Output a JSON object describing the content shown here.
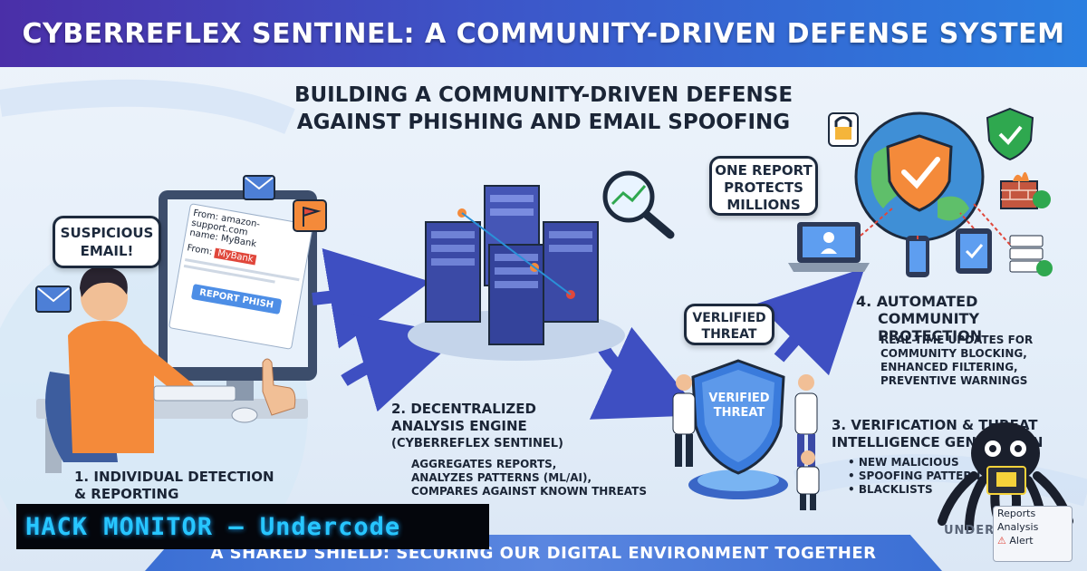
{
  "header": {
    "title": "CYBERREFLEX SENTINEL: A COMMUNITY-DRIVEN DEFENSE SYSTEM"
  },
  "subtitle": {
    "line1": "BUILDING A COMMUNITY-DRIVEN DEFENSE",
    "line2": "AGAINST PHISHING AND EMAIL SPOOFING"
  },
  "step1": {
    "bubble": "SUSPICIOUS EMAIL!",
    "email_from1": "From:",
    "email_addr": "amazon-support.com",
    "email_name_label": "name:",
    "email_name": "MyBank",
    "email_from2": "From:",
    "email_bank": "MyBank",
    "report_button": "REPORT PHISH",
    "title_line1": "1. INDIVIDUAL DETECTION",
    "title_line2": "& REPORTING"
  },
  "step2": {
    "title_line1": "2. DECENTRALIZED",
    "title_line2": "ANALYSIS ENGINE",
    "title_line3": "(CYBERREFLEX SENTINEL)",
    "body_line1": "AGGREGATES REPORTS,",
    "body_line2": "ANALYZES PATTERNS (ML/AI),",
    "body_line3": "COMPARES AGAINST KNOWN THREATS"
  },
  "step3": {
    "bubble_line1": "VERLIFIED",
    "bubble_line2": "THREAT",
    "shield_line1": "VERIFIED",
    "shield_line2": "THREAT",
    "title_line1": "3. VERIFICATION & THREAT",
    "title_line2": "INTELLIGENCE GENERATION",
    "bullet1": "• NEW MALICIOUS",
    "bullet2": "• SPOOFING PATTERNS",
    "bullet3": "• BLACKLISTS"
  },
  "step4": {
    "bubble_line1": "ONE REPORT",
    "bubble_line2": "PROTECTS",
    "bubble_line3": "MILLIONS",
    "title_line1": "4. AUTOMATED",
    "title_line2": "COMMUNITY PROTECTION",
    "body_line1": "REAL-TIME UPDATES FOR",
    "body_line2": "COMMUNITY BLOCKING,",
    "body_line3": "ENHANCED FILTERING,",
    "body_line4": "PREVENTIVE WARNINGS"
  },
  "footer": {
    "banner": "A SHARED SHIELD: SECURING OUR DIGITAL ENVIRONMENT TOGETHER",
    "watermark": "HACK MONITOR – Undercode",
    "logo_text": "UNDERCODE",
    "alert_items": [
      "Reports",
      "Analysis",
      "Alert"
    ]
  },
  "colors": {
    "header_start": "#4a2fa8",
    "header_end": "#2b7fe0",
    "arrow": "#3e4fc2",
    "server": "#3b4aa6",
    "shield": "#3a7bdc",
    "alert_red": "#e0473b",
    "check_green": "#2fa84f",
    "watermark_text": "#27c6ff"
  },
  "icons": [
    "envelope-icon",
    "flag-icon",
    "magnifier-icon",
    "lock-icon",
    "shield-check-icon",
    "globe-icon",
    "firewall-icon",
    "laptop-icon",
    "phone-icon",
    "tablet-icon",
    "server-icon",
    "octopus-logo-icon",
    "warning-icon"
  ]
}
